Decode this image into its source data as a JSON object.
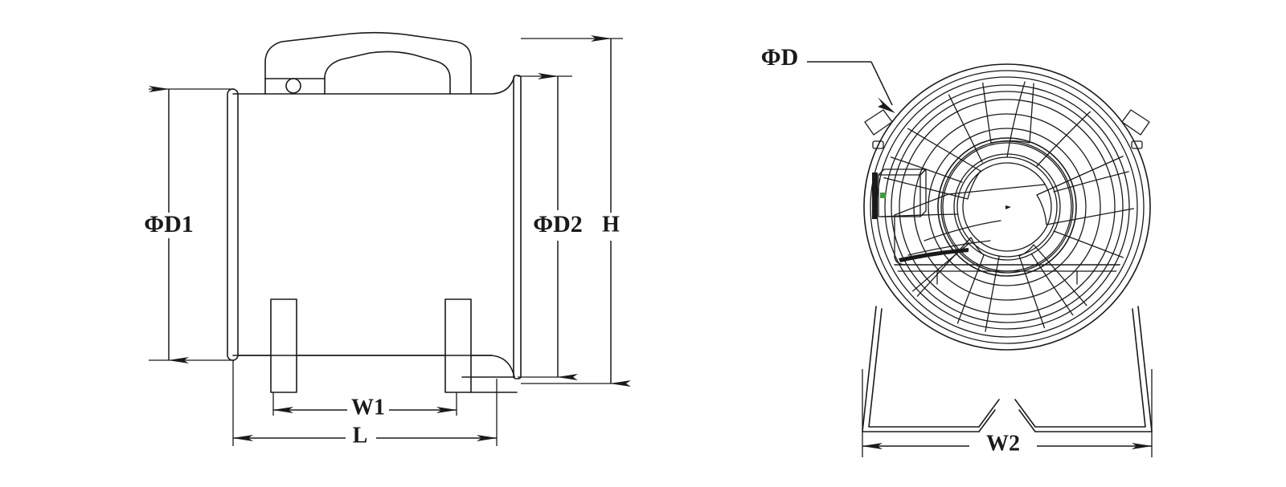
{
  "drawing": {
    "title": "Axial fan / portable ventilator dimensional drawing",
    "background_color": "#ffffff",
    "line_color": "#1a1a1a",
    "views": [
      {
        "name": "side-elevation-view",
        "position": "left"
      },
      {
        "name": "front-circular-view",
        "position": "right"
      }
    ]
  },
  "labels": {
    "diameter_d1": "ΦD1",
    "diameter_d2": "ΦD2",
    "height": "H",
    "width1": "W1",
    "length": "L",
    "diameter_d": "ΦD",
    "width2": "W2"
  },
  "dimensions": {
    "side_view": [
      {
        "id": "phi-d1",
        "label": "ΦD1",
        "orientation": "vertical",
        "side": "left"
      },
      {
        "id": "phi-d2",
        "label": "ΦD2",
        "orientation": "vertical",
        "side": "right-inner"
      },
      {
        "id": "h",
        "label": "H",
        "orientation": "vertical",
        "side": "right-outer"
      },
      {
        "id": "w1",
        "label": "W1",
        "orientation": "horizontal",
        "side": "bottom-inner"
      },
      {
        "id": "l",
        "label": "L",
        "orientation": "horizontal",
        "side": "bottom-outer"
      }
    ],
    "front_view": [
      {
        "id": "phi-d",
        "label": "ΦD",
        "orientation": "leader",
        "side": "upper-left"
      },
      {
        "id": "w2",
        "label": "W2",
        "orientation": "horizontal",
        "side": "bottom"
      }
    ]
  },
  "components": {
    "side_view": [
      "carry-handle",
      "handle-bolt-hole",
      "left-flange-ring",
      "right-flange-ring",
      "barrel-body",
      "mounting-foot-left",
      "mounting-foot-right",
      "base-rail"
    ],
    "front_view": [
      "outer-casing-ring",
      "inner-casing-ring",
      "protective-grille",
      "fan-blades",
      "motor-hub",
      "junction-box",
      "motor-support-rail",
      "stand-base",
      "latch-clip-left",
      "latch-clip-right"
    ]
  }
}
